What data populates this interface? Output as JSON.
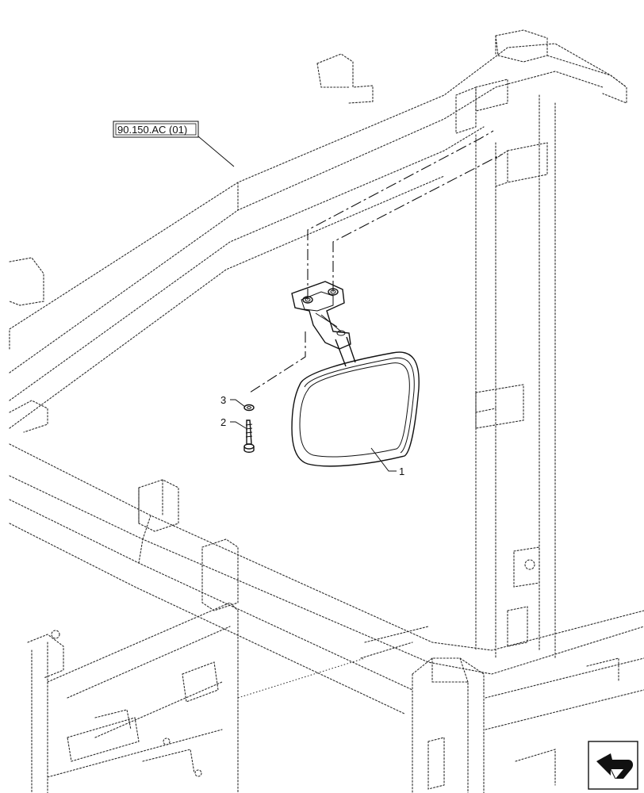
{
  "reference": {
    "label": "90.150.AC (01)"
  },
  "callouts": [
    {
      "number": "1",
      "part": "mirror"
    },
    {
      "number": "2",
      "part": "screw"
    },
    {
      "number": "3",
      "part": "washer"
    }
  ],
  "icons": {
    "navigation": "arrow-navigation-icon"
  }
}
